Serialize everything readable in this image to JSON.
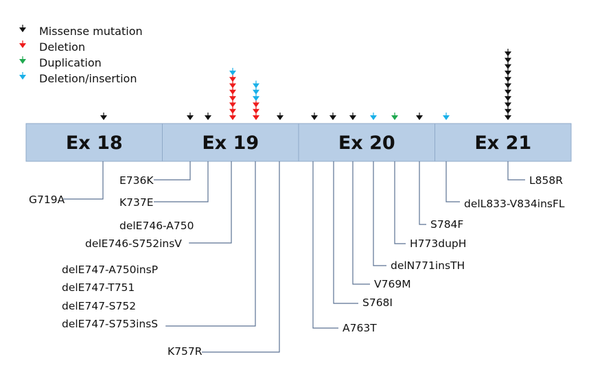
{
  "colors": {
    "missense": "#111111",
    "deletion": "#ee1c1c",
    "duplication": "#1fa84f",
    "deletion_insertion": "#1ab0e8",
    "exon_fill": "#b8cee6",
    "exon_border": "#8fa9c8",
    "leader_line": "#5b7292"
  },
  "legend": [
    {
      "type": "missense",
      "label": "Missense mutation"
    },
    {
      "type": "deletion",
      "label": "Deletion"
    },
    {
      "type": "duplication",
      "label": "Duplication"
    },
    {
      "type": "deletion_insertion",
      "label": "Deletion/insertion"
    }
  ],
  "exons": [
    {
      "label": "Ex 18"
    },
    {
      "label": "Ex 19"
    },
    {
      "label": "Ex 20"
    },
    {
      "label": "Ex 21"
    }
  ],
  "mutation_labels": [
    "G719A",
    "E736K",
    "K737E",
    "delE746-A750",
    "delE746-S752insV",
    "delE747-A750insP",
    "delE747-T751",
    "delE747-S752",
    "delE747-S753insS",
    "K757R",
    "A763T",
    "S768I",
    "V769M",
    "delN771insTH",
    "H773dupH",
    "S784F",
    "delL833-V834insFL",
    "L858R"
  ],
  "arrow_stacks": [
    {
      "arrows": [
        "missense"
      ]
    },
    {
      "arrows": [
        "missense"
      ]
    },
    {
      "arrows": [
        "missense"
      ]
    },
    {
      "arrows": [
        "deletion",
        "deletion",
        "deletion",
        "deletion",
        "deletion",
        "deletion",
        "deletion",
        "deletion_insertion"
      ]
    },
    {
      "arrows": [
        "deletion",
        "deletion",
        "deletion",
        "deletion_insertion",
        "deletion_insertion",
        "deletion_insertion"
      ]
    },
    {
      "arrows": [
        "missense"
      ]
    },
    {
      "arrows": [
        "missense"
      ]
    },
    {
      "arrows": [
        "missense"
      ]
    },
    {
      "arrows": [
        "missense"
      ]
    },
    {
      "arrows": [
        "deletion_insertion"
      ]
    },
    {
      "arrows": [
        "duplication"
      ]
    },
    {
      "arrows": [
        "missense"
      ]
    },
    {
      "arrows": [
        "deletion_insertion"
      ]
    },
    {
      "arrows": [
        "missense",
        "missense",
        "missense",
        "missense",
        "missense",
        "missense",
        "missense",
        "missense",
        "missense",
        "missense",
        "missense"
      ]
    }
  ]
}
